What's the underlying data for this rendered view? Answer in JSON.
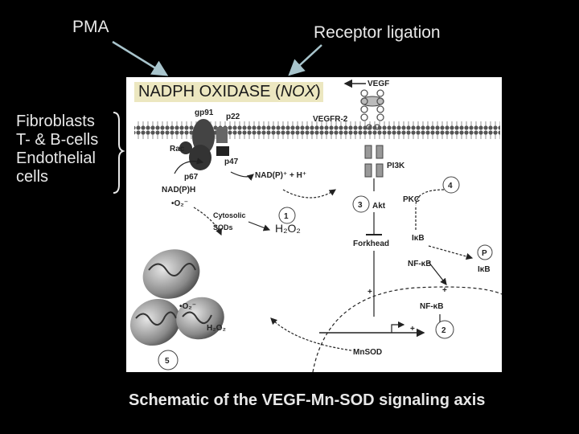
{
  "labels": {
    "pma": "PMA",
    "receptor_ligation": "Receptor ligation",
    "caption": "Schematic of the VEGF-Mn-SOD signaling axis"
  },
  "cell_types": [
    "Fibroblasts",
    "T- & B-cells",
    "Endothelial",
    "cells"
  ],
  "nox_title": {
    "main": "NADPH OXIDASE (",
    "abbr": "NOX",
    "close": ")"
  },
  "diagram": {
    "vegf": "VEGF",
    "gp91": "gp91",
    "p22": "p22",
    "vegfr2": "VEGFR-2",
    "rac": "Rac",
    "p47": "p47",
    "p67": "p67",
    "pi3k": "PI3K",
    "nadp_plus": "NAD(P)⁺ + H⁺",
    "nadph": "NAD(P)H",
    "superoxide": "•O₂⁻",
    "cytosolic_sods_1": "Cytosolic",
    "cytosolic_sods_2": "SODs",
    "h2o2": "H₂O₂",
    "akt": "Akt",
    "pkc": "PKC",
    "forkhead": "Forkhead",
    "ikb": "IκB",
    "nfkb": "NF-κB",
    "p": "P",
    "ikb2": "IκB",
    "nfkb2": "NF-κB",
    "mnsod": "MnSOD",
    "mito_o2": "•O₂⁻",
    "mito_h2o2": "H₂O₂",
    "plus1": "+",
    "plus2": "+",
    "plus3": "+",
    "n1": "1",
    "n2": "2",
    "n3": "3",
    "n4": "4",
    "n5": "5"
  }
}
